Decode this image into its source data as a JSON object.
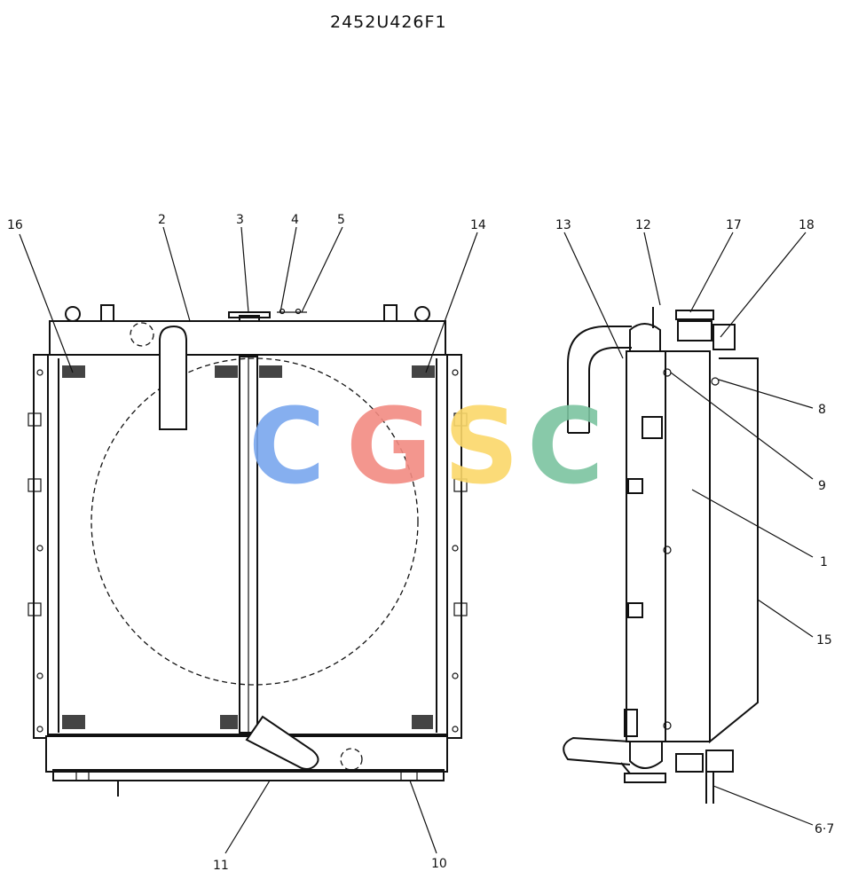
{
  "title": "2452U426F1",
  "watermark": {
    "letters": [
      "C",
      "G",
      "S",
      "C"
    ],
    "colors": [
      "#7aa7ee",
      "#f28b82",
      "#fbd86a",
      "#7cc4a0"
    ]
  },
  "callouts": [
    "16",
    "2",
    "3",
    "4",
    "5",
    "14",
    "13",
    "12",
    "17",
    "18",
    "8",
    "9",
    "1",
    "15",
    "6·7",
    "11",
    "10"
  ]
}
